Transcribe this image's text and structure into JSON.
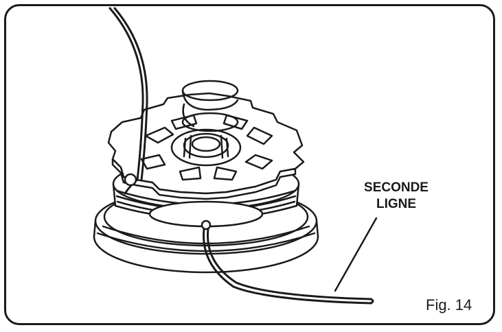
{
  "callout": {
    "line1": "SECONDE",
    "line2": "LIGNE"
  },
  "figure_label": "Fig. 14",
  "colors": {
    "ink": "#1a1a1a",
    "paper": "#ffffff"
  }
}
